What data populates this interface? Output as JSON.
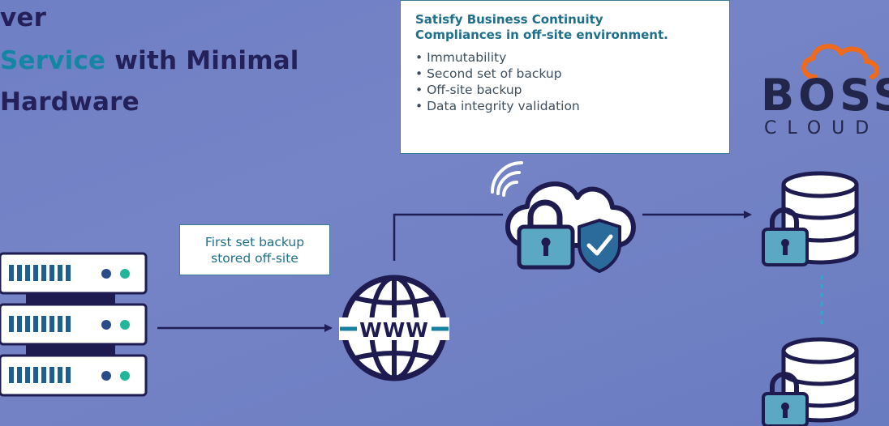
{
  "title": {
    "line1": "ver",
    "line2_accent": "Service",
    "line2_rest": " with Minimal",
    "line3": " Hardware"
  },
  "info_box": {
    "heading_line1": "Satisfy Business Continuity",
    "heading_line2": "Compliances in off-site environment.",
    "items": [
      "• Immutability",
      "• Second set of backup",
      "• Off-site backup",
      "• Data integrity validation"
    ]
  },
  "label_box": {
    "line1": "First set backup",
    "line2": "stored off-site"
  },
  "globe_label": "WWW",
  "logo": {
    "word": "BOSS",
    "sub": "CLOUD"
  },
  "colors": {
    "background": "#7080c4",
    "navy": "#23205a",
    "accent": "#1486a4",
    "lock_teal": "#5aa8c4",
    "shield": "#2b6b9c",
    "logo_orange": "#f06a1c",
    "server_teal": "#22b59a"
  },
  "icons": [
    "server-rack-icon",
    "globe-www-icon",
    "cloud-lock-icon",
    "shield-check-icon",
    "wifi-icon",
    "database-lock-icon",
    "cloud-logo-icon"
  ]
}
